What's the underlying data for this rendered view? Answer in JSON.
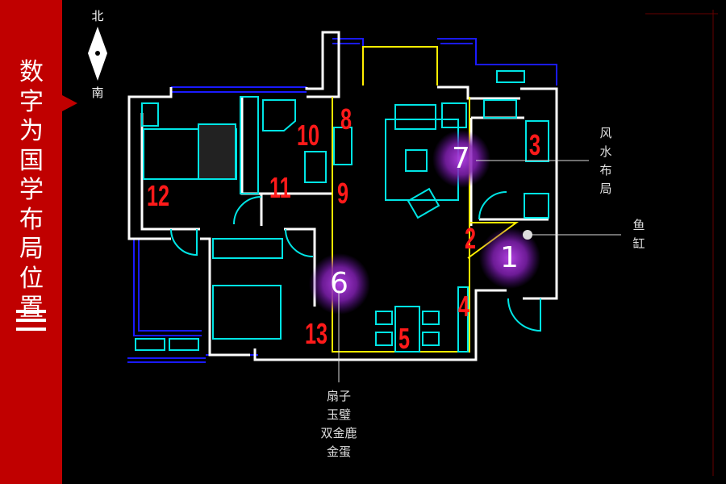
{
  "sidebar": {
    "title_chars": [
      "数",
      "字",
      "为",
      "国",
      "学",
      "布",
      "局",
      "位",
      "置"
    ],
    "menu_icon": "three-bars-icon",
    "color": "#c00000"
  },
  "compass": {
    "north": "北",
    "south": "南"
  },
  "room_numbers": [
    "1",
    "2",
    "3",
    "4",
    "5",
    "6",
    "7",
    "8",
    "9",
    "10",
    "11",
    "12",
    "13"
  ],
  "callouts": {
    "fengshui": [
      "风",
      "水",
      "布",
      "局"
    ],
    "fish_tank": [
      "鱼",
      "缸"
    ],
    "items": [
      "扇子",
      "玉璧",
      "双金鹿",
      "金蛋"
    ]
  },
  "colors": {
    "wall": "#ffffff",
    "window": "#1a1aff",
    "furniture": "#00e5e5",
    "zone": "#ffee00",
    "number": "#ff1a1a",
    "glow": "#9b30d0"
  }
}
